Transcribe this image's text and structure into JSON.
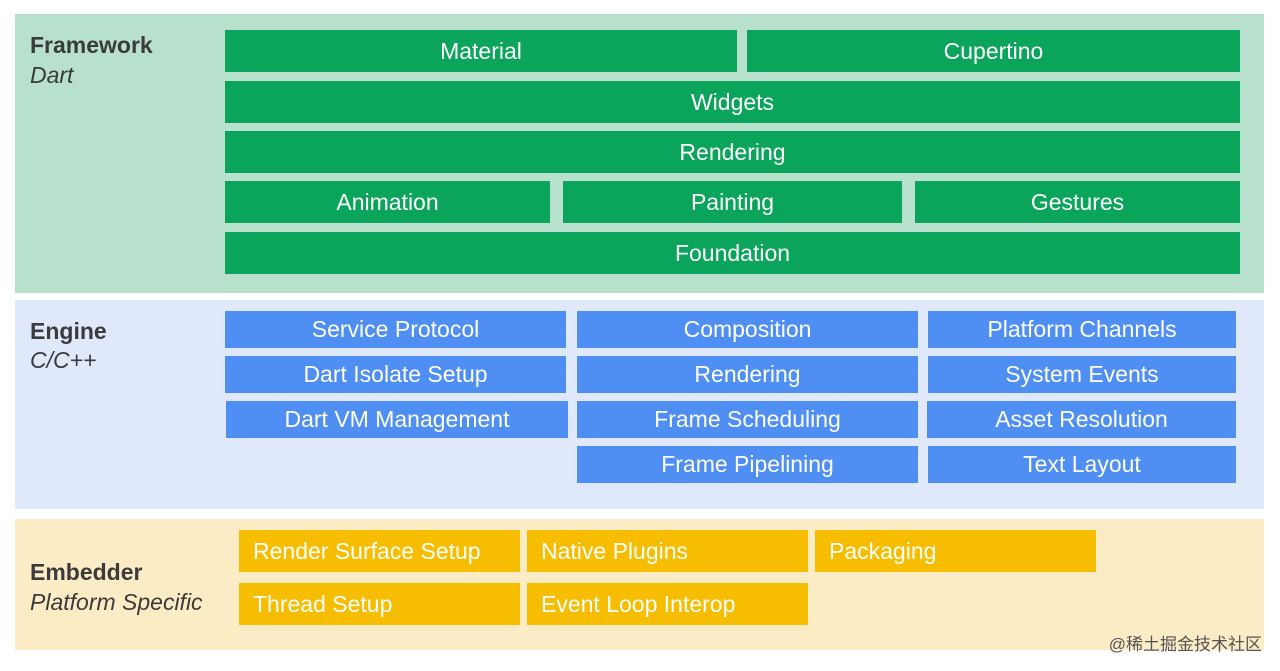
{
  "framework": {
    "title": "Framework",
    "subtitle": "Dart",
    "boxes": {
      "material": "Material",
      "cupertino": "Cupertino",
      "widgets": "Widgets",
      "rendering": "Rendering",
      "animation": "Animation",
      "painting": "Painting",
      "gestures": "Gestures",
      "foundation": "Foundation"
    }
  },
  "engine": {
    "title": "Engine",
    "subtitle": "C/C++",
    "boxes": {
      "service_protocol": "Service Protocol",
      "composition": "Composition",
      "platform_channels": "Platform Channels",
      "dart_isolate_setup": "Dart Isolate Setup",
      "rendering": "Rendering",
      "system_events": "System Events",
      "dart_vm_management": "Dart VM Management",
      "frame_scheduling": "Frame Scheduling",
      "asset_resolution": "Asset Resolution",
      "frame_pipelining": "Frame Pipelining",
      "text_layout": "Text Layout"
    }
  },
  "embedder": {
    "title": "Embedder",
    "subtitle": "Platform Specific",
    "boxes": {
      "render_surface_setup": "Render Surface Setup",
      "native_plugins": "Native Plugins",
      "packaging": "Packaging",
      "thread_setup": "Thread Setup",
      "event_loop_interop": "Event Loop Interop"
    }
  },
  "watermark": "@稀土掘金技术社区",
  "colors": {
    "framework_bg": "#b7e1cd",
    "framework_box": "#0aa55b",
    "engine_bg": "#dfe9fb",
    "engine_box": "#4f8ff3",
    "embedder_bg": "#fbecc6",
    "embedder_box": "#f7bd00",
    "label_text": "#3b3b3b"
  }
}
